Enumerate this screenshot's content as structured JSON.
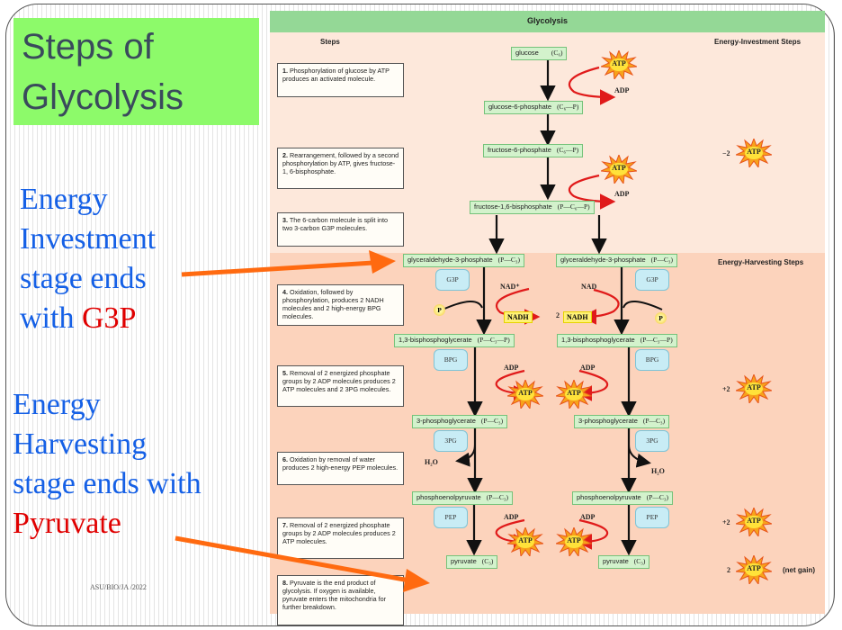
{
  "slide": {
    "title_line1": "Steps of",
    "title_line2": "Glycolysis",
    "note_investment": {
      "lines": [
        "Energy",
        "Investment",
        "stage ends"
      ],
      "last_prefix": "with ",
      "last_highlight": "G3P"
    },
    "note_harvesting": {
      "lines": [
        "Energy",
        "Harvesting",
        "stage ends with"
      ],
      "last_highlight": "Pyruvate"
    },
    "credit": "ASU/BIO/JA /2022",
    "colors": {
      "title_bg": "#8dfa6a",
      "note_blue": "#1560e6",
      "note_red": "#e00000",
      "arrow_orange": "#ff6a10"
    }
  },
  "figure": {
    "title": "Glycolysis",
    "steps_heading": "Steps",
    "investment_heading": "Energy-Investment Steps",
    "harvesting_heading": "Energy-Harvesting Steps",
    "steps": [
      {
        "num": "1.",
        "text": "Phosphorylation of glucose by ATP produces an activated molecule."
      },
      {
        "num": "2.",
        "text": "Rearrangement, followed by a second phosphorylation by ATP, gives fructose-1, 6-bisphosphate."
      },
      {
        "num": "3.",
        "text": "The 6-carbon molecule is split into two 3-carbon G3P molecules."
      },
      {
        "num": "4.",
        "text": "Oxidation, followed by phosphorylation, produces 2 NADH molecules and 2 high-energy BPG molecules."
      },
      {
        "num": "5.",
        "text": "Removal of 2 energized phosphate groups by 2 ADP molecules produces 2 ATP molecules and 2 3PG molecules."
      },
      {
        "num": "6.",
        "text": "Oxidation by removal of water produces 2 high-energy PEP molecules."
      },
      {
        "num": "7.",
        "text": "Removal of 2 energized phosphate groups by 2 ADP molecules produces 2 ATP molecules."
      },
      {
        "num": "8.",
        "text": "Pyruvate is the end product of glycolysis. If oxygen is available, pyruvate enters the mitochondria for further breakdown."
      }
    ],
    "molecules": {
      "glucose": {
        "name": "glucose",
        "formula": "(C₆)"
      },
      "g6p": {
        "name": "glucose-6-phosphate",
        "formula": "(C₆—P)"
      },
      "f6p": {
        "name": "fructose-6-phosphate",
        "formula": "(C₆—P)"
      },
      "f16bp": {
        "name": "fructose-1,6-bisphosphate",
        "formula": "(P—C₆—P)"
      },
      "g3p": {
        "name": "glyceraldehyde-3-phosphate",
        "formula": "(P—C₃)"
      },
      "bpg": {
        "name": "1,3-bisphosphoglycerate",
        "formula": "(P—C₃—P)"
      },
      "pg3": {
        "name": "3-phosphoglycerate",
        "formula": "(P—C₃)"
      },
      "pep": {
        "name": "phosphoenolpyruvate",
        "formula": "(P—C₃)"
      },
      "pyruvate": {
        "name": "pyruvate",
        "formula": "(C₃)"
      }
    },
    "abbreviations": {
      "g3p": "G3P",
      "bpg": "BPG",
      "pg3": "3PG",
      "pep": "PEP"
    },
    "labels": {
      "atp": "ATP",
      "adp": "ADP",
      "nad": "NAD⁺",
      "nad_right": "NAD",
      "nadh": "NADH",
      "two_nadh_prefix": "2",
      "p": "P",
      "water": "H₂O"
    },
    "tally": {
      "investment": "−2",
      "harvest_1": "+2",
      "harvest_2": "+2",
      "net": "2",
      "net_label": "(net gain)"
    }
  }
}
